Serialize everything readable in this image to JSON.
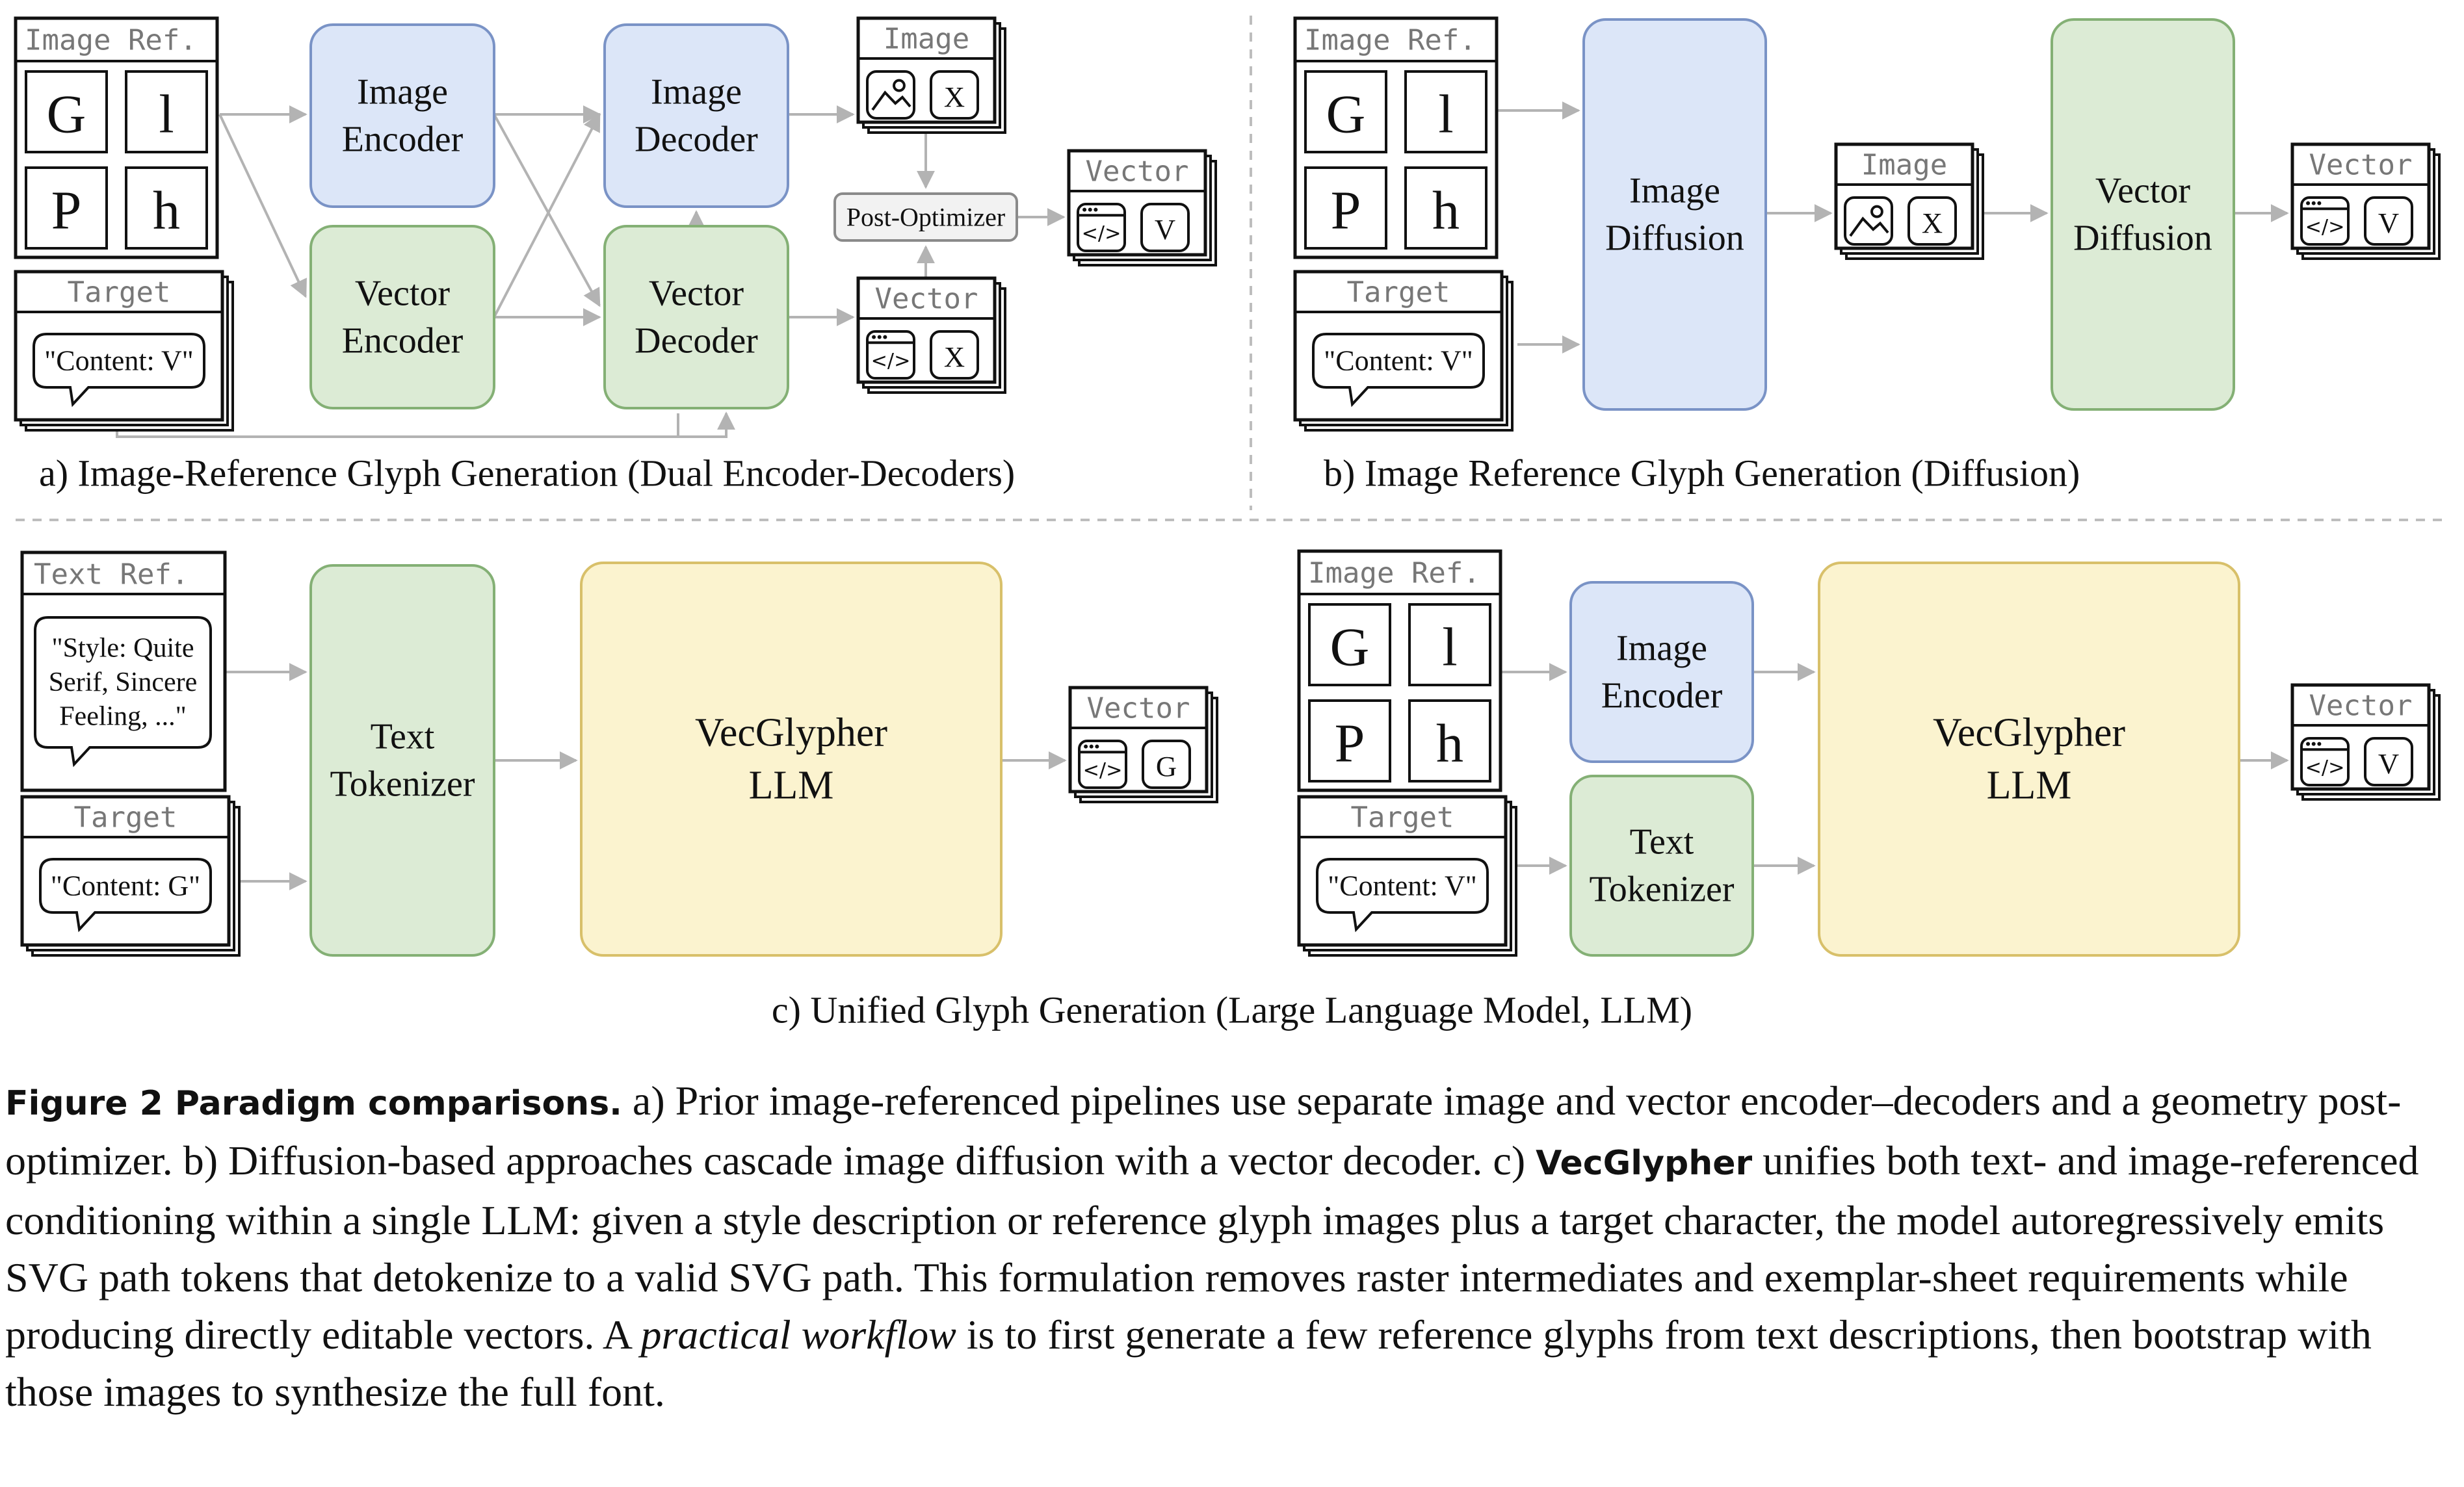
{
  "colors": {
    "blue_fill": "#dce6f8",
    "blue_stroke": "#7a93c6",
    "green_fill": "#dcebd5",
    "green_stroke": "#84b075",
    "yellow_fill": "#fbf3cf",
    "yellow_stroke": "#d8c06a",
    "arrow": "#b3b3b3",
    "ink": "#111111",
    "label_gray": "#777777",
    "divider": "#bdbdbd"
  },
  "icons": {
    "image_icon": "picture-icon",
    "svg_icon": "code-window-icon",
    "glyph_x": "X",
    "glyph_v": "V",
    "glyph_g": "G"
  },
  "panel_a": {
    "image_ref_label": "Image Ref.",
    "glyphs": [
      "G",
      "l",
      "P",
      "h"
    ],
    "target_label": "Target",
    "target_content": "\"Content: V\"",
    "image_encoder": [
      "Image",
      "Encoder"
    ],
    "vector_encoder": [
      "Vector",
      "Encoder"
    ],
    "image_decoder": [
      "Image",
      "Decoder"
    ],
    "vector_decoder": [
      "Vector",
      "Decoder"
    ],
    "image_out_label": "Image",
    "vector_out_label": "Vector",
    "post_optimizer": "Post-Optimizer",
    "final_label": "Vector",
    "caption": "a) Image-Reference Glyph Generation (Dual Encoder-Decoders)"
  },
  "panel_b": {
    "image_ref_label": "Image Ref.",
    "glyphs": [
      "G",
      "l",
      "P",
      "h"
    ],
    "target_label": "Target",
    "target_content": "\"Content: V\"",
    "image_diffusion": [
      "Image",
      "Diffusion"
    ],
    "image_mid_label": "Image",
    "vector_diffusion": [
      "Vector",
      "Diffusion"
    ],
    "final_label": "Vector",
    "caption": "b) Image Reference Glyph Generation (Diffusion)"
  },
  "panel_c": {
    "text_ref_label": "Text Ref.",
    "text_ref_content": [
      "\"Style: Quite",
      "Serif, Sincere",
      "Feeling, ...\""
    ],
    "target_label_left": "Target",
    "target_content_left": "\"Content: G\"",
    "text_tokenizer_left": [
      "Text",
      "Tokenizer"
    ],
    "llm_left": [
      "VecGlypher",
      "LLM"
    ],
    "vector_label_left": "Vector",
    "image_ref_label": "Image Ref.",
    "glyphs": [
      "G",
      "l",
      "P",
      "h"
    ],
    "target_label_right": "Target",
    "target_content_right": "\"Content: V\"",
    "image_encoder": [
      "Image",
      "Encoder"
    ],
    "text_tokenizer_right": [
      "Text",
      "Tokenizer"
    ],
    "llm_right": [
      "VecGlypher",
      "LLM"
    ],
    "vector_label_right": "Vector",
    "caption": "c) Unified Glyph Generation (Large Language Model, LLM)"
  },
  "caption": {
    "figure_label": "Figure 2  Paradigm comparisons.",
    "part1": " a) Prior image-referenced pipelines use separate image and vector encoder–decoders and a geometry post-optimizer. b) Diffusion-based approaches cascade image diffusion with a vector decoder. c) ",
    "model_name": "VecGlypher",
    "part2": " unifies both text- and image-referenced conditioning within a single LLM: given a style description or reference glyph images plus a target character, the model autoregressively emits SVG path tokens that detokenize to a valid SVG path. This formulation removes raster intermediates and exemplar-sheet requirements while producing directly editable vectors. A ",
    "emphasis": "practical workflow",
    "part3": " is to first generate a few reference glyphs from text descriptions, then bootstrap with those images to synthesize the full font."
  }
}
